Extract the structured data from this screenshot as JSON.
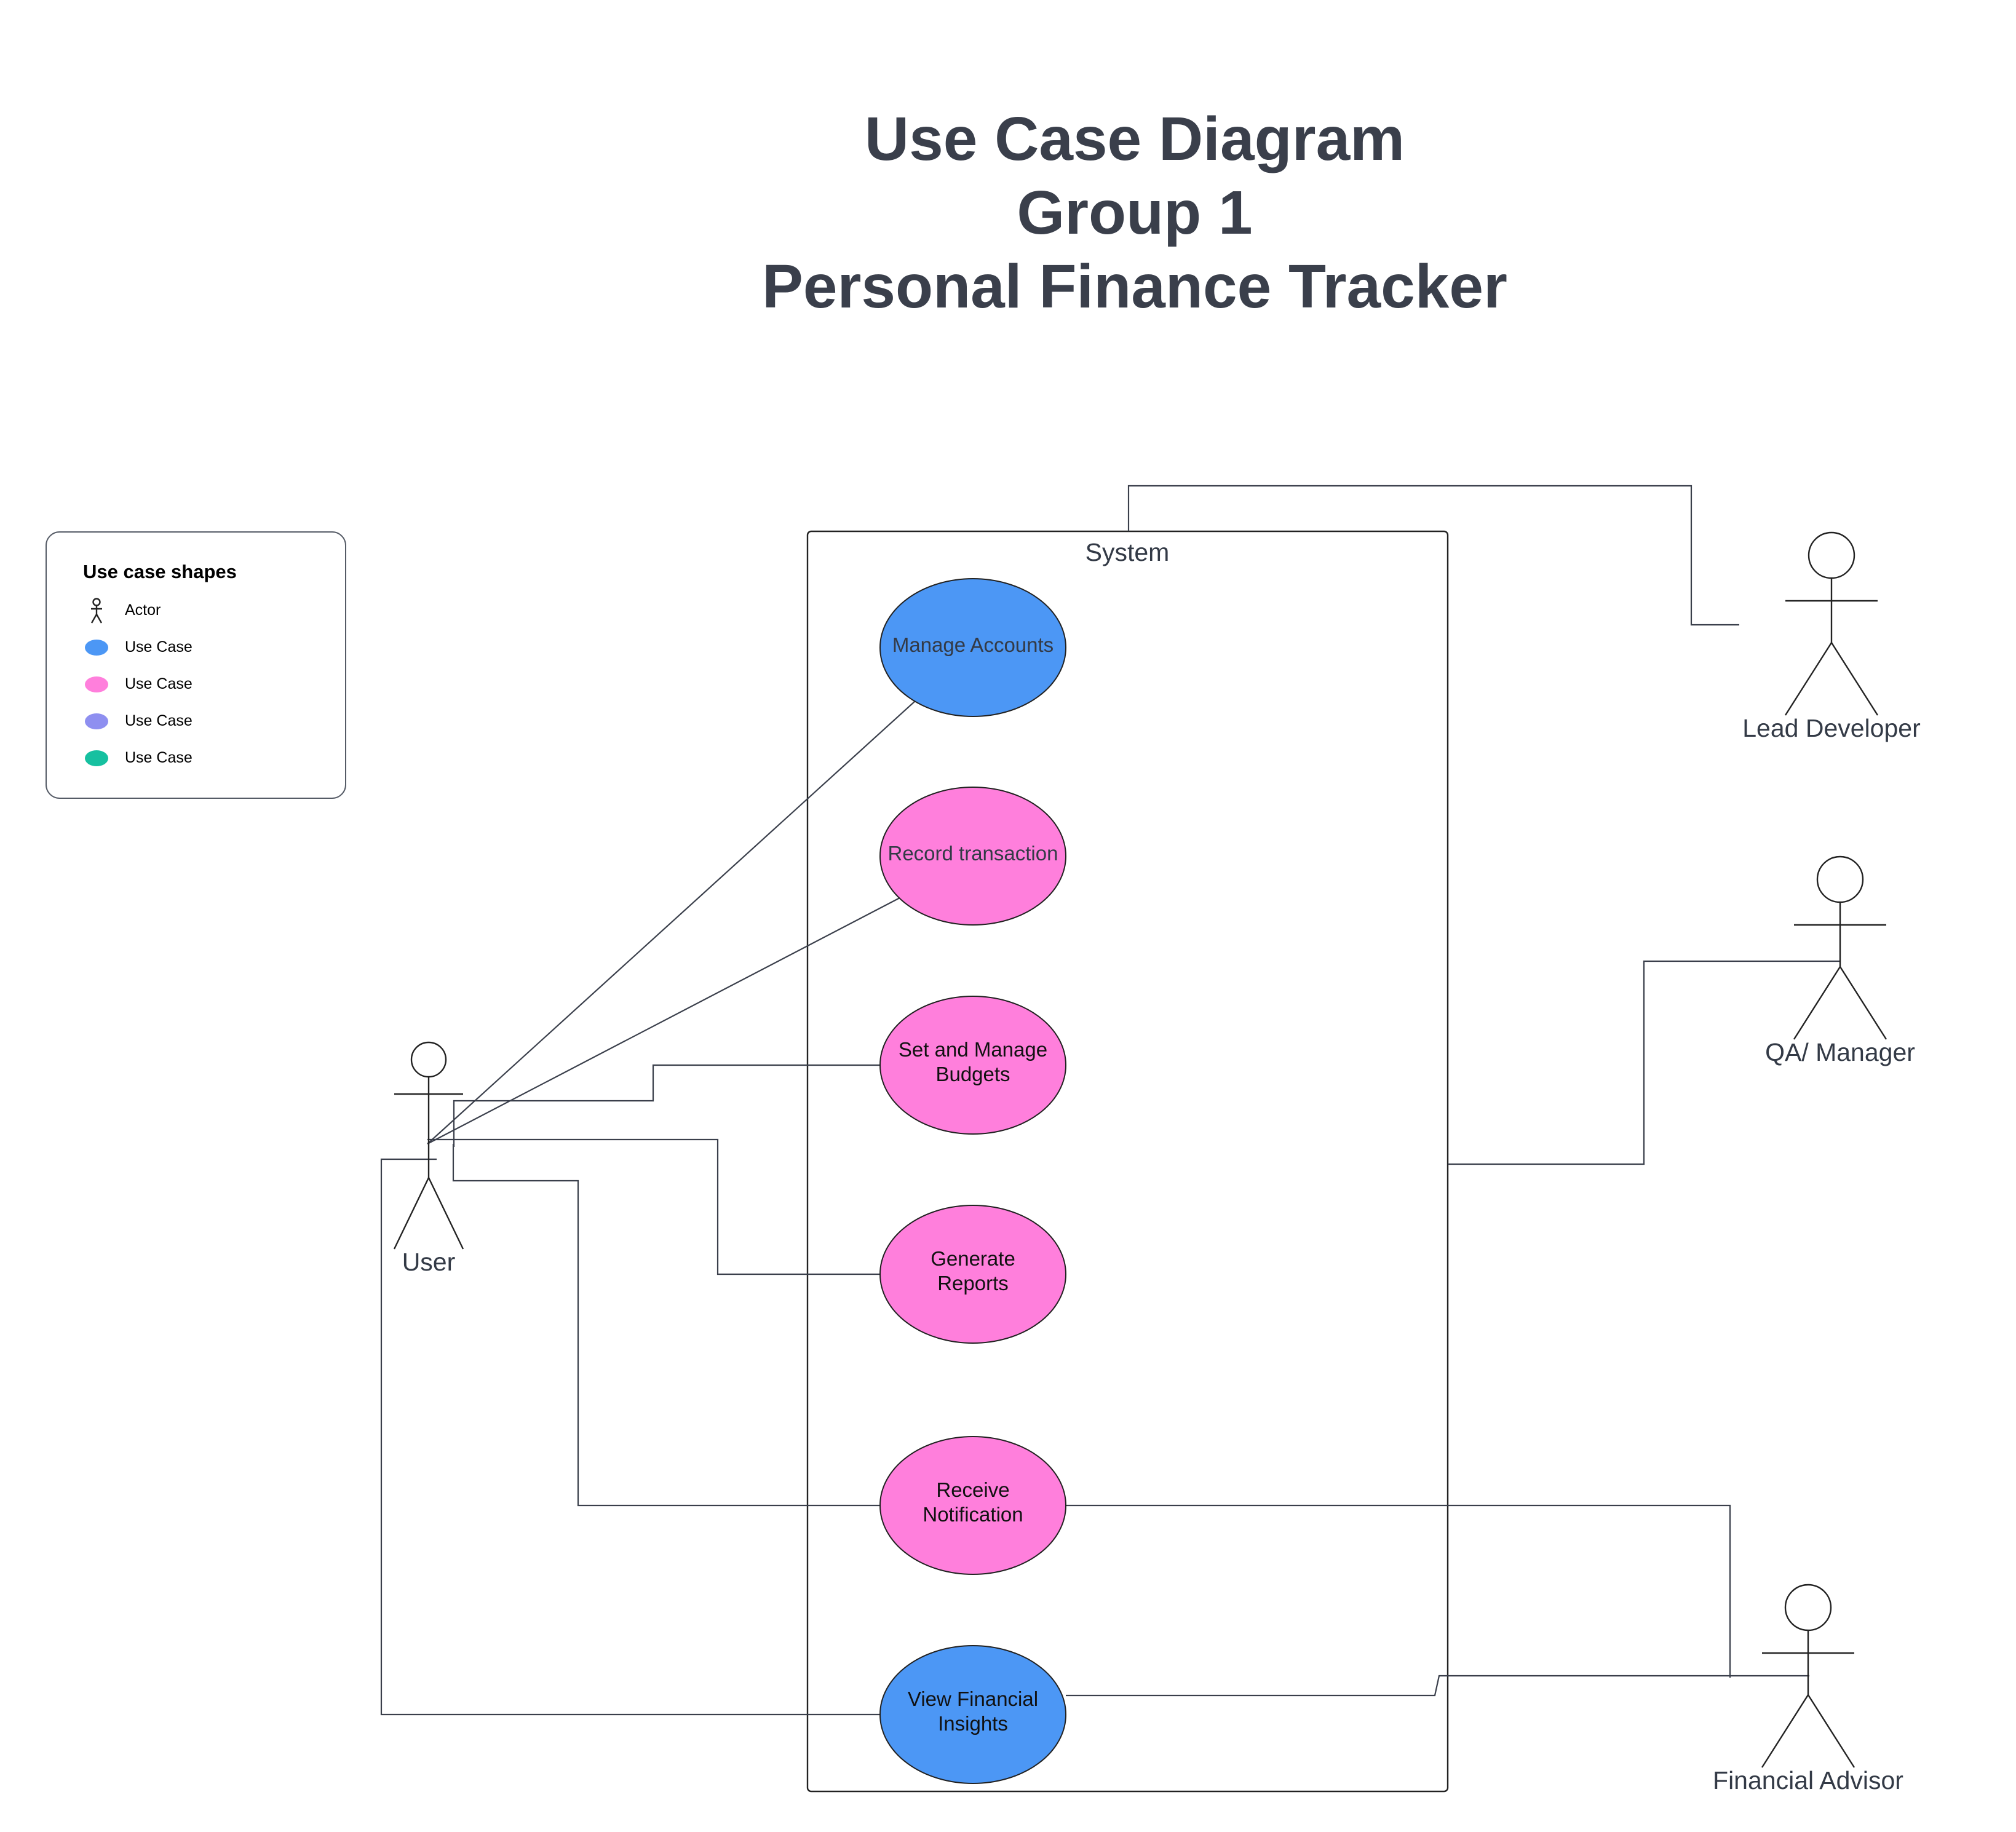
{
  "title": {
    "line1": "Use Case Diagram",
    "line2": "Group 1",
    "line3": "Personal Finance Tracker"
  },
  "legend": {
    "title": "Use case shapes",
    "items": [
      {
        "label": "Actor",
        "kind": "actor",
        "color": "#333333"
      },
      {
        "label": "Use Case",
        "kind": "ellipse",
        "color": "#4c97f5"
      },
      {
        "label": "Use Case",
        "kind": "ellipse",
        "color": "#ff7fdc"
      },
      {
        "label": "Use Case",
        "kind": "ellipse",
        "color": "#8e8ff0"
      },
      {
        "label": "Use Case",
        "kind": "ellipse",
        "color": "#16c0a0"
      }
    ]
  },
  "system": {
    "label": "System"
  },
  "use_cases": [
    {
      "id": "manage-accounts",
      "lines": [
        "Manage Accounts"
      ],
      "color": "#4c97f5"
    },
    {
      "id": "record-transaction",
      "lines": [
        "Record transaction"
      ],
      "color": "#ff7fdc"
    },
    {
      "id": "set-manage-budgets",
      "lines": [
        "Set and Manage",
        "Budgets"
      ],
      "color": "#ff7fdc"
    },
    {
      "id": "generate-reports",
      "lines": [
        "Generate",
        "Reports"
      ],
      "color": "#ff7fdc"
    },
    {
      "id": "receive-notification",
      "lines": [
        "Receive",
        "Notification"
      ],
      "color": "#ff7fdc"
    },
    {
      "id": "view-financial-insights",
      "lines": [
        "View Financial",
        "Insights"
      ],
      "color": "#4c97f5"
    }
  ],
  "actors": {
    "user": "User",
    "lead_developer": "Lead Developer",
    "qa_manager": "QA/ Manager",
    "financial_advisor": "Financial Advisor"
  }
}
